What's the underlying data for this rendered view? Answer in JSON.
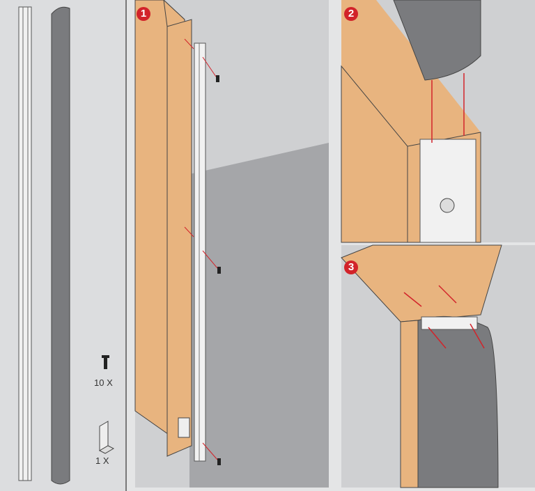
{
  "parts": {
    "screw_qty": "10 X",
    "bracket_qty": "1 X"
  },
  "steps": [
    {
      "number": "1"
    },
    {
      "number": "2"
    },
    {
      "number": "3"
    }
  ],
  "colors": {
    "wood": "#e8b47f",
    "cover": "#7a7b7e",
    "arrow": "#d2232a",
    "wall": "#cfd0d2",
    "floor": "#a5a6a9"
  }
}
